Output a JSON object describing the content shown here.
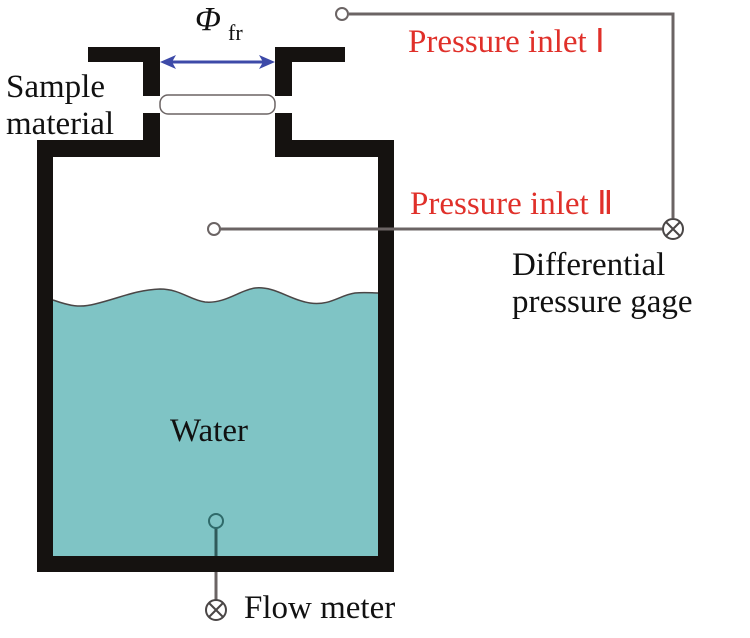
{
  "diagram": {
    "type": "apparatus-schematic",
    "labels": {
      "diameter_symbol": "Φ",
      "diameter_subscript": "fr",
      "sample_material_line1": "Sample",
      "sample_material_line2": "material",
      "pressure_inlet_1": "Pressure inlet  Ⅰ",
      "pressure_inlet_2": "Pressure inlet  Ⅱ",
      "differential_gage_line1": "Differential",
      "differential_gage_line2": "pressure gage",
      "water": "Water",
      "flow_meter": "Flow meter"
    },
    "colors": {
      "vessel_wall": "#151210",
      "water_fill": "#7fc4c5",
      "arrow": "#3d4aa8",
      "pipe": "#6b6464",
      "red_text": "#e0302a",
      "black_text": "#111111"
    }
  }
}
